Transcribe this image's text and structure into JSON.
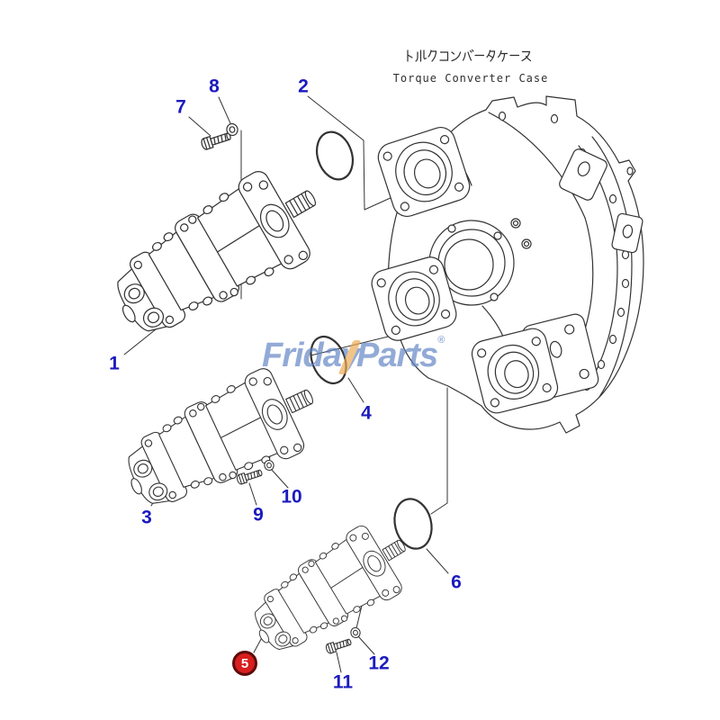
{
  "title": {
    "jp": "トルクコンバータケース",
    "en": "Torque Converter Case"
  },
  "watermark": {
    "brand_left": "Friday",
    "brand_right": "Parts",
    "reg": "®",
    "blue": "#5f83c4",
    "orange": "#eda94f"
  },
  "colors": {
    "label_blue": "#1b1bbe",
    "badge_red": "#d81e1e",
    "line": "#333333"
  },
  "highlighted_item": "5",
  "labels": [
    {
      "text": "1"
    },
    {
      "text": "2"
    },
    {
      "text": "3"
    },
    {
      "text": "4"
    },
    {
      "text": "5"
    },
    {
      "text": "6"
    },
    {
      "text": "7"
    },
    {
      "text": "8"
    },
    {
      "text": "9"
    },
    {
      "text": "10"
    },
    {
      "text": "11"
    },
    {
      "text": "12"
    }
  ]
}
